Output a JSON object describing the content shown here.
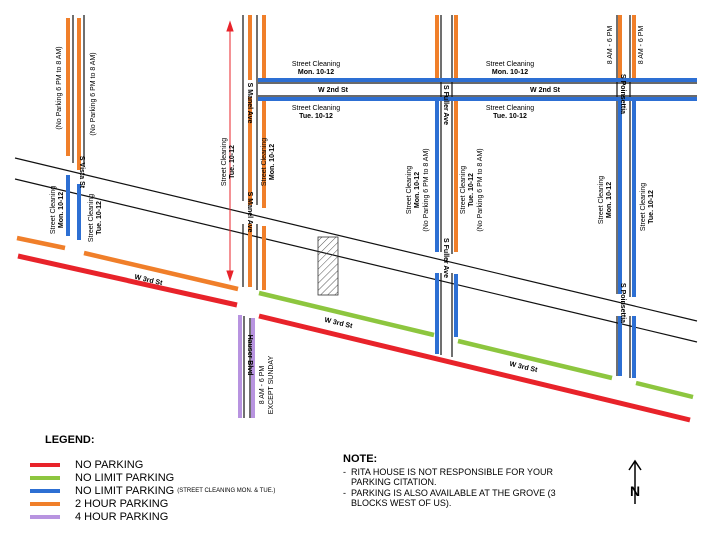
{
  "colors": {
    "no_parking": "#e8232a",
    "no_limit": "#8dc63f",
    "no_limit_cleaning": "#2d6fd3",
    "two_hour": "#f07f2a",
    "four_hour": "#b894e0",
    "road": "#111111",
    "lot_hatch": "#555555"
  },
  "streets": {
    "w2nd_a": "W 2nd St",
    "w2nd_b": "W 2nd St",
    "w3rd_a": "W 3rd St",
    "w3rd_b": "W 3rd St",
    "w3rd_c": "W 3rd St",
    "vista": "S Vista St",
    "manel_a": "S Manel Ave",
    "manel_b": "S Manel Ave",
    "fuller_a": "S Fuller Ave",
    "fuller_b": "S Fuller Ave",
    "poinsettia_a": "S Poinsettia",
    "poinsettia_b": "S Poinsettia",
    "hauser": "Hauser Blvd"
  },
  "labels": {
    "cleaning": "Street Cleaning",
    "mon": "Mon. 10-12",
    "tue": "Tue. 10-12",
    "no_parking_night": "(No Parking 6 PM to 8 AM)",
    "hours_8_6": "8 AM - 6 PM",
    "except_sunday": "EXCEPT SUNDAY"
  },
  "legend": {
    "title": "LEGEND:",
    "items": [
      {
        "label": "NO PARKING",
        "color": "#e8232a"
      },
      {
        "label": "NO LIMIT PARKING",
        "color": "#8dc63f"
      },
      {
        "label": "NO LIMIT PARKING",
        "color": "#2d6fd3",
        "note": "(STREET CLEANING MON. & TUE.)"
      },
      {
        "label": "2 HOUR PARKING",
        "color": "#f07f2a"
      },
      {
        "label": "4 HOUR PARKING",
        "color": "#b894e0"
      }
    ]
  },
  "note": {
    "title": "NOTE:",
    "items": [
      "RITA HOUSE IS NOT RESPONSIBLE FOR YOUR PARKING CITATION.",
      "PARKING IS ALSO AVAILABLE AT THE GROVE (3 BLOCKS WEST OF US)."
    ]
  },
  "compass": {
    "label": "N"
  }
}
